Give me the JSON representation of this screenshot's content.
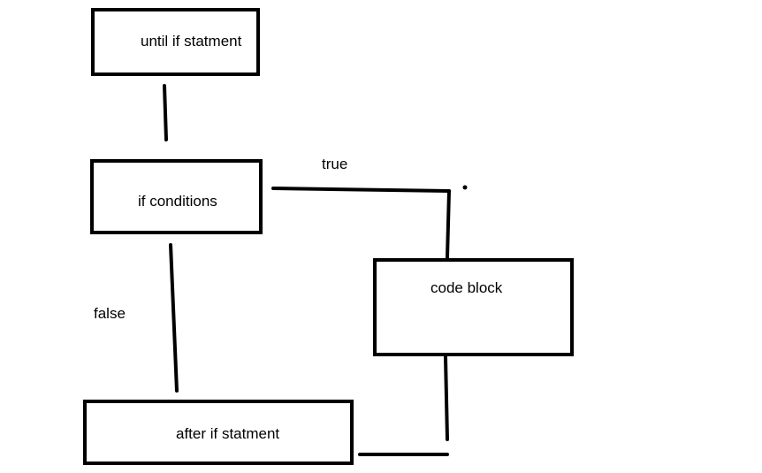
{
  "diagram": {
    "nodes": {
      "until": {
        "label": "until if statment"
      },
      "conditions": {
        "label": "if conditions"
      },
      "code_block": {
        "label": "code block"
      },
      "after": {
        "label": "after if statment"
      }
    },
    "edges": {
      "true": {
        "label": "true"
      },
      "false": {
        "label": "false"
      }
    },
    "colors": {
      "stroke": "#000000",
      "background": "#ffffff"
    }
  }
}
